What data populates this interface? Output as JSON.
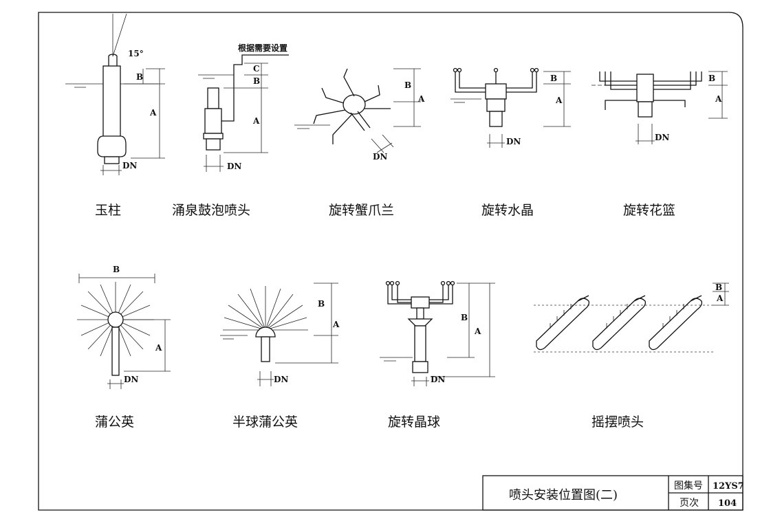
{
  "drawing": {
    "items": [
      {
        "caption": "玉柱",
        "dims": [
          "15°",
          "B",
          "A",
          "DN"
        ]
      },
      {
        "caption": "涌泉鼓泡喷头",
        "dims": [
          "C",
          "B",
          "A",
          "DN"
        ],
        "note": "根据需要设置"
      },
      {
        "caption": "旋转蟹爪兰",
        "dims": [
          "B",
          "A",
          "DN"
        ]
      },
      {
        "caption": "旋转水晶",
        "dims": [
          "B",
          "A",
          "DN"
        ]
      },
      {
        "caption": "旋转花篮",
        "dims": [
          "B",
          "A",
          "DN"
        ]
      },
      {
        "caption": "蒲公英",
        "dims": [
          "B",
          "A",
          "DN"
        ]
      },
      {
        "caption": "半球蒲公英",
        "dims": [
          "B",
          "A",
          "DN"
        ]
      },
      {
        "caption": "旋转晶球",
        "dims": [
          "A",
          "B",
          "DN"
        ]
      },
      {
        "caption": "摇摆喷头",
        "dims": [
          "B",
          "A"
        ]
      }
    ]
  },
  "title_block": {
    "title": "喷头安装位置图(二)",
    "atlas_label": "图集号",
    "atlas_value": "12YS7",
    "page_label": "页次",
    "page_value": "104"
  }
}
